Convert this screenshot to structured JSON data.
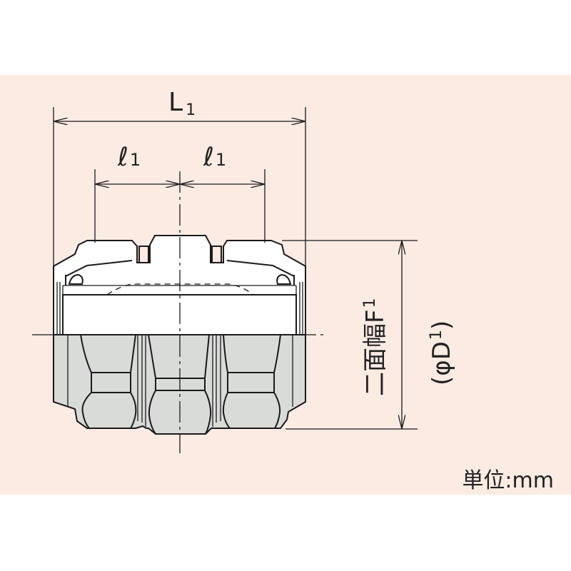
{
  "dimensions": {
    "overall_length": {
      "label": "L",
      "sub": "1"
    },
    "insertion_left": {
      "label": "ℓ",
      "sub": "1"
    },
    "insertion_right": {
      "label": "ℓ",
      "sub": "1"
    },
    "width_across_flats": {
      "label": "二面幅F",
      "sub": "1"
    },
    "outer_diameter": {
      "open": "(",
      "label": "φD",
      "sub": "1",
      "close": ")"
    }
  },
  "unit_label": "単位:mm",
  "colors": {
    "background": "#fbebe3",
    "section_fill": "#d9dbd9",
    "line": "#1a1a1a"
  }
}
